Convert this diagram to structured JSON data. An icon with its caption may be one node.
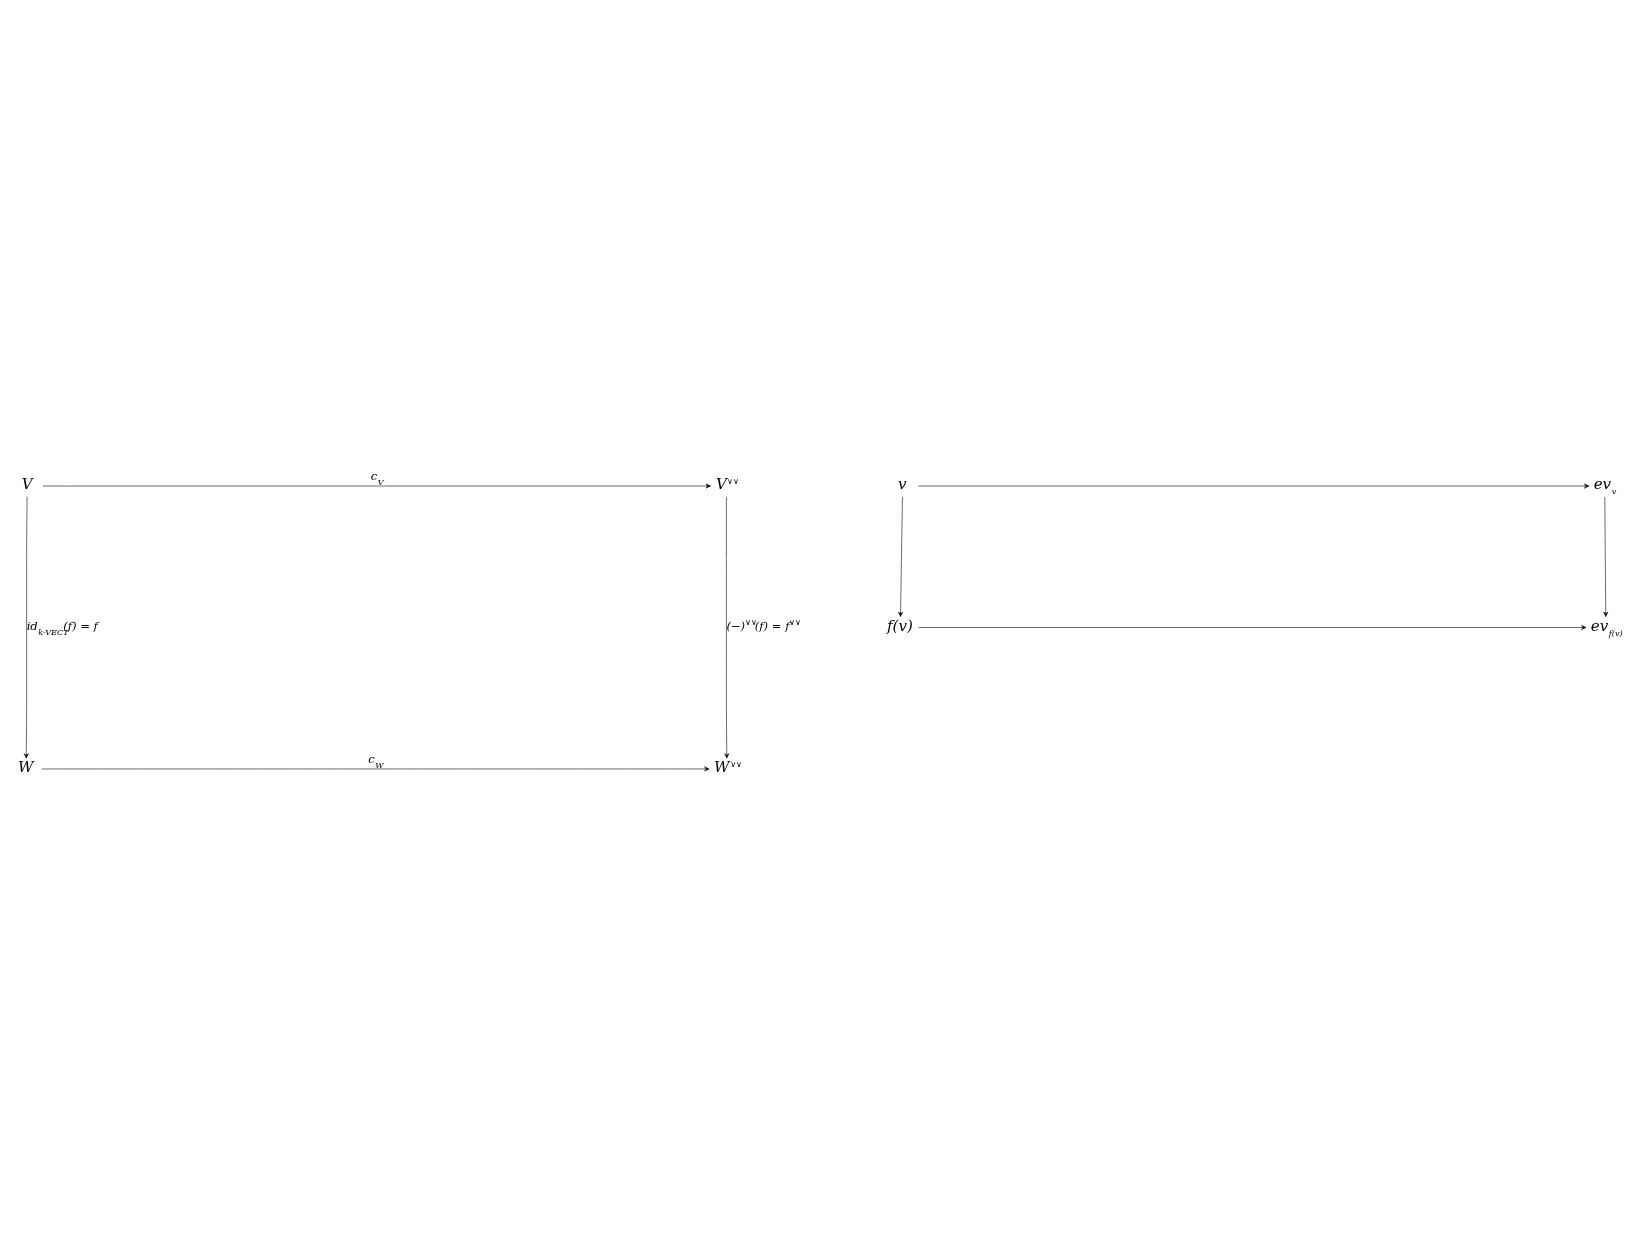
{
  "diagram": {
    "nodes": [
      {
        "text": [
          "V"
        ]
      },
      {
        "text": [
          "V$^{∨∨}$"
        ]
      },
      {
        "text": [
          "v"
        ]
      },
      {
        "text": [
          "ev$_{v}$"
        ]
      },
      {
        "text": [
          "f(v)"
        ]
      },
      {
        "text": [
          "ev$_{f(v)}$"
        ]
      },
      {
        "text": [
          "W"
        ]
      },
      {
        "text": [
          "W$^{∨∨}$"
        ]
      }
    ],
    "edges": [
      {
        "from": 0,
        "to": 1,
        "arrow": "to",
        "label": "c$_{V}$"
      },
      {
        "from": 2,
        "to": 3,
        "arrow": "to"
      },
      {
        "from": 0,
        "to": 6,
        "arrow": "to",
        "label": "id$_{k-VECT}$(f) = f"
      },
      {
        "from": 1,
        "to": 7,
        "arrow": "to",
        "label": "(−)$^{∨∨}$(f) = f$^{∨∨}$"
      },
      {
        "from": 2,
        "to": 4,
        "arrow": "to"
      },
      {
        "from": 3,
        "to": 5,
        "arrow": "to"
      },
      {
        "from": 4,
        "to": 5,
        "arrow": "to"
      },
      {
        "from": 6,
        "to": 7,
        "arrow": "to",
        "label": "c$_{W}$"
      }
    ]
  }
}
